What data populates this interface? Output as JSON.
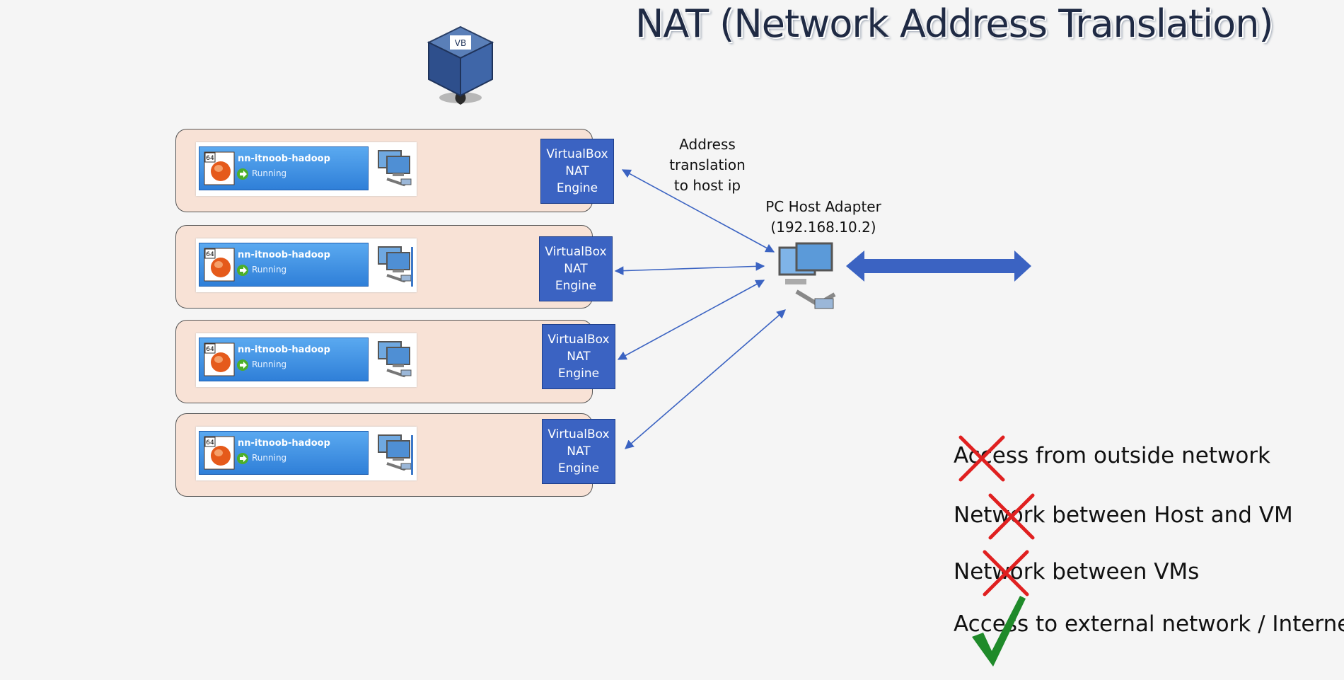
{
  "title": "NAT (Network Address Translation)",
  "vms": [
    {
      "name": "nn-itnoob-hadoop",
      "status": "Running",
      "os_badge": "64",
      "nat_label": "VirtualBox\nNAT\nEngine"
    },
    {
      "name": "nn-itnoob-hadoop",
      "status": "Running",
      "os_badge": "64",
      "nat_label": "VirtualBox\nNAT\nEngine"
    },
    {
      "name": "nn-itnoob-hadoop",
      "status": "Running",
      "os_badge": "64",
      "nat_label": "VirtualBox\nNAT\nEngine"
    },
    {
      "name": "nn-itnoob-hadoop",
      "status": "Running",
      "os_badge": "64",
      "nat_label": "VirtualBox\nNAT\nEngine"
    }
  ],
  "address_translation_label": "Address\ntranslation\nto host ip",
  "host_adapter": {
    "label": "PC Host Adapter",
    "ip": "(192.168.10.2)"
  },
  "features": [
    {
      "text": "Access from outside network",
      "supported": false
    },
    {
      "text": "Network between Host and VM",
      "supported": false
    },
    {
      "text": "Network between VMs",
      "supported": false
    },
    {
      "text": "Access to external network / Internet",
      "supported": true
    }
  ],
  "colors": {
    "nat_box": "#3b63c2",
    "vm_group_bg": "#f8e2d6",
    "arrow": "#3b63c2",
    "cross": "#e02020",
    "check": "#1f8a2a"
  },
  "icons": {
    "logo": "virtualbox-logo",
    "os": "oracle-linux-os-icon",
    "network": "network-computer-icon",
    "status": "running-arrow-icon",
    "cross": "red-x-icon",
    "check": "green-check-icon"
  }
}
